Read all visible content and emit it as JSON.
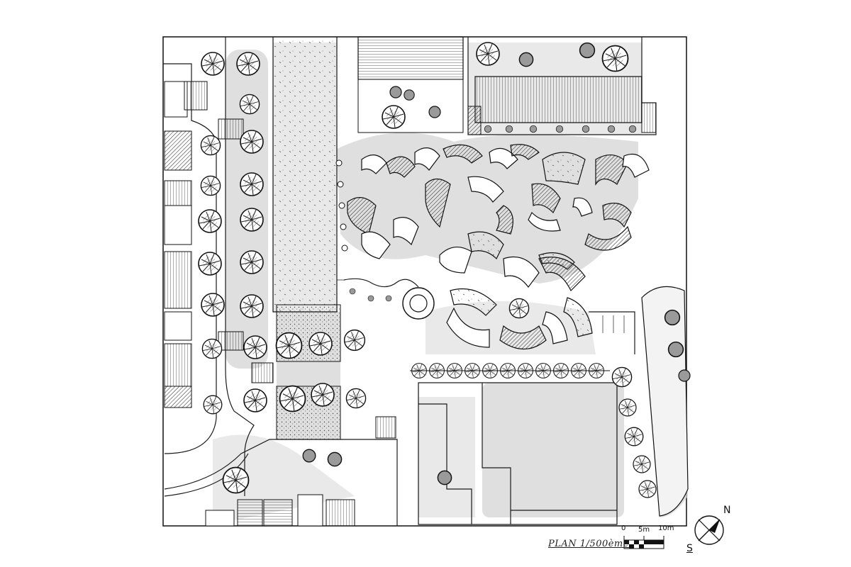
{
  "plan": {
    "label": "PLAN 1/500ème"
  },
  "scale_bar": {
    "ticks": [
      "0",
      "5m",
      "10m"
    ]
  },
  "compass": {
    "north": "N",
    "south": "S"
  },
  "colors": {
    "ink": "#1a1a1a",
    "shadow": "#cfcfcf",
    "paper": "#ffffff"
  }
}
